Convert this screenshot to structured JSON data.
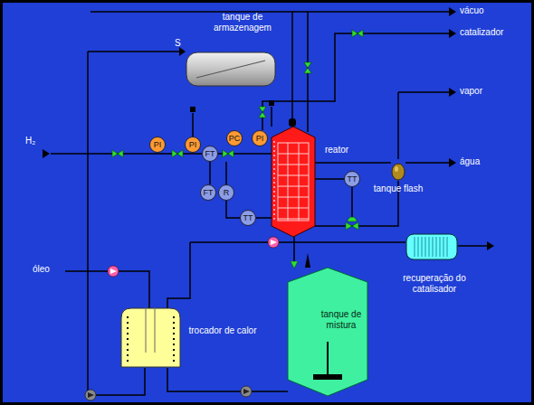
{
  "diagram": {
    "nodes": [
      {
        "text": [
          "tanque de armazenagem"
        ]
      },
      {
        "text": [
          "PI"
        ]
      },
      {
        "text": [
          "PI"
        ]
      },
      {
        "text": [
          "PC"
        ]
      },
      {
        "text": [
          "PI"
        ]
      },
      {
        "text": [
          "FT"
        ]
      },
      {
        "text": [
          "reator"
        ]
      },
      {
        "text": [
          "TT"
        ]
      },
      {
        "text": [
          "tanque flash"
        ]
      },
      {
        "text": [
          "FT"
        ]
      },
      {
        "text": [
          "R"
        ]
      },
      {
        "text": [
          "TT"
        ]
      },
      {
        "text": [
          "recuperação do catalisador"
        ]
      },
      {
        "text": [
          "trocador de calor"
        ]
      },
      {
        "text": [
          "tanque de mistura"
        ]
      }
    ],
    "edges": [
      {
        "from": 6,
        "to": 14,
        "arrow": "to"
      },
      {
        "from": 6,
        "to": 8,
        "arrow": "none"
      },
      {
        "from": 11,
        "to": 6,
        "arrow": "none"
      },
      {
        "from": 6,
        "to": 7,
        "arrow": "none"
      },
      {
        "from": 5,
        "to": 9,
        "arrow": "none"
      }
    ],
    "labels": [
      "H₂",
      "S",
      "vácuo",
      "catalizador",
      "vapor",
      "água",
      "óleo"
    ]
  }
}
